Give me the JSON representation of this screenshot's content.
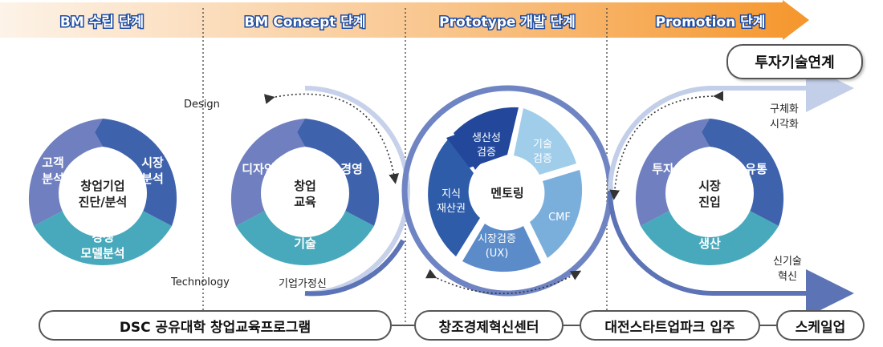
{
  "stages": [
    {
      "label": "BM 수립 단계"
    },
    {
      "label": "BM Concept 단계"
    },
    {
      "label": "Prototype 개발 단계"
    },
    {
      "label": "Promotion 단계"
    }
  ],
  "flow_labels": {
    "design": "Design",
    "technology": "Technology",
    "corporate_spirit": "기업가정신",
    "concretize_line1": "구체화",
    "concretize_line2": "시각화",
    "innovation_line1": "신기술",
    "innovation_line2": "혁신"
  },
  "cycle1": {
    "center_line1": "창업기업",
    "center_line2": "진단/분석",
    "seg_customer_1": "고객",
    "seg_customer_2": "분석",
    "seg_market_1": "시장",
    "seg_market_2": "분석",
    "seg_model_1": "경쟁",
    "seg_model_2": "모델분석"
  },
  "cycle2": {
    "center_line1": "창업",
    "center_line2": "교육",
    "seg_design": "디자인",
    "seg_management": "경영",
    "seg_technology": "기술"
  },
  "cycle3": {
    "center": "멘토링",
    "seg_productivity_1": "생산성",
    "seg_productivity_2": "검증",
    "seg_tech_1": "기술",
    "seg_tech_2": "검증",
    "seg_cmf": "CMF",
    "seg_market_1": "시장검증",
    "seg_market_2": "(UX)",
    "seg_ip_1": "지식",
    "seg_ip_2": "재산권"
  },
  "cycle4": {
    "center_line1": "시장",
    "center_line2": "진입",
    "seg_invest": "투자",
    "seg_distribution": "유통",
    "seg_production": "생산"
  },
  "pills": {
    "investment": "투자기술연계",
    "dsc": "DSC 공유대학 창업교육프로그램",
    "ccei": "창조경제혁신센터",
    "startup_park": "대전스타트업파크 입주",
    "scaleup": "스케일업"
  },
  "colors": {
    "banner_start": "#fdf1e4",
    "banner_end": "#f59a32",
    "segment_purple": "#6f7fbf",
    "segment_blue": "#3f62ad",
    "segment_teal": "#47a9bb",
    "segment_navy": "#23489b",
    "segment_light_blue": "#9fcdea",
    "segment_mid_blue": "#7aaedb",
    "segment_steel": "#5b8cc9",
    "flow_line": "#5c73b5"
  }
}
